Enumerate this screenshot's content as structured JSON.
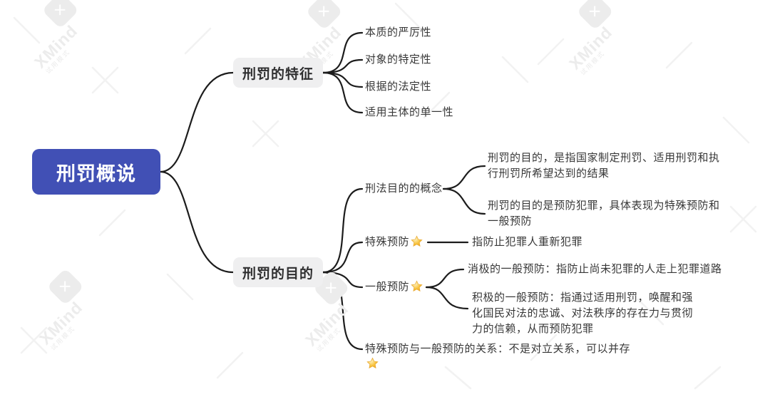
{
  "watermark": {
    "brand": "XMind",
    "mode": "试用模式",
    "color": "#ececec"
  },
  "colors": {
    "root_bg": "#4150b5",
    "root_text": "#ffffff",
    "branch_bg": "#efeff0",
    "branch_text": "#2f2f30",
    "connector": "#1c1c1c",
    "leaf_text": "#383838",
    "star_gold": "#f5b829"
  },
  "mindmap": {
    "root": "刑罚概说",
    "features": {
      "label": "刑罚的特征",
      "children": [
        "本质的严厉性",
        "对象的特定性",
        "根据的法定性",
        "适用主体的单一性"
      ]
    },
    "purpose": {
      "label": "刑罚的目的",
      "concept": {
        "label": "刑法目的的概念",
        "details": [
          "刑罚的目的，是指国家制定刑罚、适用刑罚和执行刑罚所希望达到的结果",
          "刑罚的目的是预防犯罪，具体表现为特殊预防和一般预防"
        ]
      },
      "special": {
        "label": "特殊预防",
        "starred": true,
        "detail": "指防止犯罪人重新犯罪"
      },
      "general": {
        "label": "一般预防",
        "starred": true,
        "children": [
          "消极的一般预防：指防止尚未犯罪的人走上犯罪道路",
          "积极的一般预防：指通过适用刑罚，唤醒和强化国民对法的忠诚、对法秩序的存在力与贯彻力的信赖，从而预防犯罪"
        ]
      },
      "relation": {
        "label": "特殊预防与一般预防的关系：不是对立关系，可以并存",
        "starred": true
      }
    }
  }
}
